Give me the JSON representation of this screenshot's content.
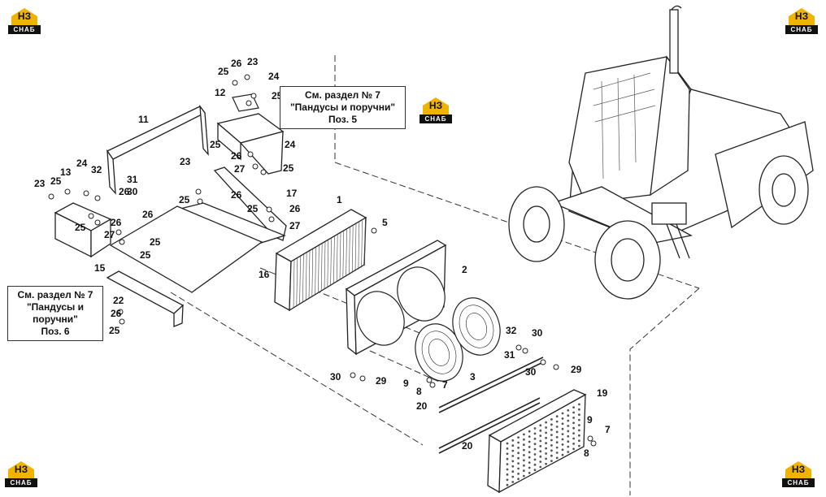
{
  "notes": [
    {
      "lines": [
        "См. раздел № 7",
        "\"Пандусы и поручни\"",
        "Поз. 5"
      ]
    },
    {
      "lines": [
        "См. раздел № 7",
        "\"Пандусы и",
        "поручни\"",
        "Поз. 6"
      ]
    }
  ],
  "logo": {
    "mark": "НЗ",
    "sub": "СНАБ",
    "accent_color": "#f0b400"
  },
  "callouts": [
    "25",
    "26",
    "23",
    "24",
    "12",
    "25",
    "11",
    "25",
    "24",
    "26",
    "25",
    "27",
    "23",
    "13",
    "24",
    "32",
    "31",
    "26",
    "25",
    "30",
    "25",
    "26",
    "17",
    "23",
    "25",
    "26",
    "26",
    "25",
    "27",
    "25",
    "27",
    "26",
    "25",
    "15",
    "16",
    "1",
    "5",
    "2",
    "22",
    "26",
    "25",
    "32",
    "30",
    "31",
    "30",
    "29",
    "3",
    "9",
    "8",
    "7",
    "30",
    "29",
    "20",
    "19",
    "20",
    "9",
    "7",
    "8"
  ]
}
